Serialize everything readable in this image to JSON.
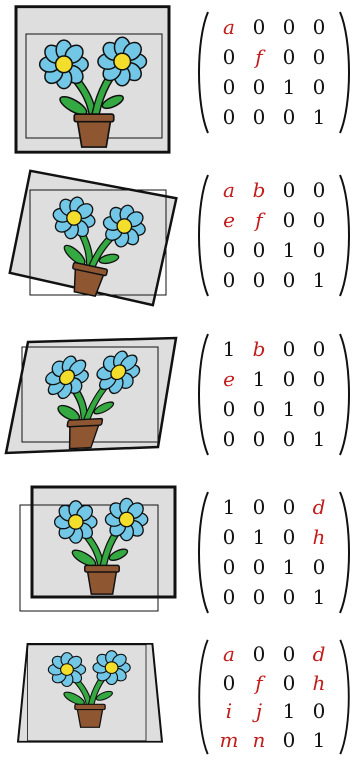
{
  "figure": {
    "panels": [
      {
        "transform": "scale",
        "matrix": [
          [
            "a",
            "0",
            "0",
            "0"
          ],
          [
            "0",
            "f",
            "0",
            "0"
          ],
          [
            "0",
            "0",
            "1",
            "0"
          ],
          [
            "0",
            "0",
            "0",
            "1"
          ]
        ]
      },
      {
        "transform": "rotation",
        "matrix": [
          [
            "a",
            "b",
            "0",
            "0"
          ],
          [
            "e",
            "f",
            "0",
            "0"
          ],
          [
            "0",
            "0",
            "1",
            "0"
          ],
          [
            "0",
            "0",
            "0",
            "1"
          ]
        ]
      },
      {
        "transform": "shear",
        "matrix": [
          [
            "1",
            "b",
            "0",
            "0"
          ],
          [
            "e",
            "1",
            "0",
            "0"
          ],
          [
            "0",
            "0",
            "1",
            "0"
          ],
          [
            "0",
            "0",
            "0",
            "1"
          ]
        ]
      },
      {
        "transform": "translation",
        "matrix": [
          [
            "1",
            "0",
            "0",
            "d"
          ],
          [
            "0",
            "1",
            "0",
            "h"
          ],
          [
            "0",
            "0",
            "1",
            "0"
          ],
          [
            "0",
            "0",
            "0",
            "1"
          ]
        ]
      },
      {
        "transform": "perspective",
        "matrix": [
          [
            "a",
            "0",
            "0",
            "d"
          ],
          [
            "0",
            "f",
            "0",
            "h"
          ],
          [
            "i",
            "j",
            "1",
            "0"
          ],
          [
            "m",
            "n",
            "0",
            "1"
          ]
        ]
      }
    ],
    "colors": {
      "variable_entry": "#c21d1d",
      "constant_entry": "#111111",
      "image_background": "#dedede",
      "petal": "#73c7e6",
      "flower_center": "#f2de2b",
      "stem": "#34a841",
      "pot": "#8f5632",
      "outline": "#111111"
    }
  }
}
